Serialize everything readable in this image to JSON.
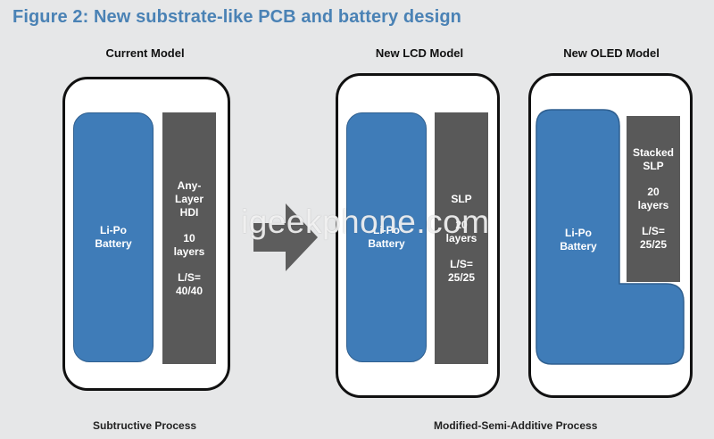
{
  "title": "Figure 2: New substrate-like PCB and battery design",
  "models": {
    "current": {
      "label": "Current Model",
      "battery": [
        "Li-Po",
        "Battery"
      ],
      "pcb": [
        "Any-",
        "Layer",
        "HDI",
        "10",
        "layers",
        "L/S=",
        "40/40"
      ]
    },
    "lcd": {
      "label": "New LCD Model",
      "battery": [
        "Li-Po",
        "Battery"
      ],
      "pcb": [
        "SLP",
        "20",
        "layers",
        "L/S=",
        "25/25"
      ]
    },
    "oled": {
      "label": "New OLED Model",
      "battery": [
        "Li-Po",
        "Battery"
      ],
      "pcb": [
        "Stacked",
        "SLP",
        "20",
        "layers",
        "L/S=",
        "25/25"
      ]
    }
  },
  "process": {
    "left": "Subtructive Process",
    "right": "Modified-Semi-Additive Process"
  },
  "watermark": "igeekphone.com",
  "colors": {
    "title": "#4a82b5",
    "battery": "#3f7cb8",
    "pcb": "#595959",
    "background": "#e6e7e8"
  }
}
